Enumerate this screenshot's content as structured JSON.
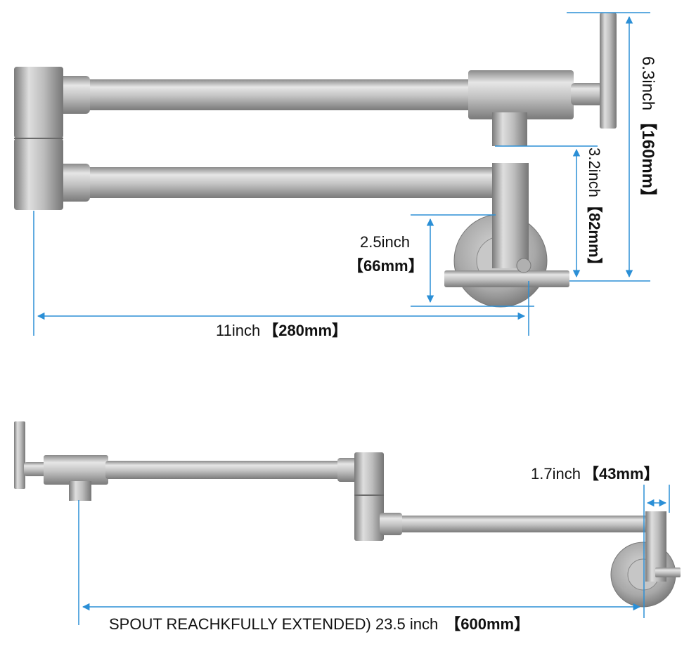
{
  "labels": {
    "total_height_in": "6.3inch",
    "total_height_mm": "【160mm】",
    "arm_spacing_in": "3.2inch",
    "arm_spacing_mm": "【82mm】",
    "handle_height_in": "2.5inch",
    "handle_height_mm": "【66mm】",
    "folded_length_in": "11inch",
    "folded_length_mm": "【280mm】",
    "wall_depth_in": "1.7inch",
    "wall_depth_mm": "【43mm】",
    "extended_reach_text": "SPOUT REACHKFULLY EXTENDED) 23.5 inch",
    "extended_reach_mm": "【600mm】"
  },
  "colors": {
    "dimension_line": "#2b8fd6",
    "metal_light": "#e4e4e4",
    "metal_mid": "#b8b8b8",
    "metal_dark": "#7c7c7c",
    "text": "#111111"
  }
}
